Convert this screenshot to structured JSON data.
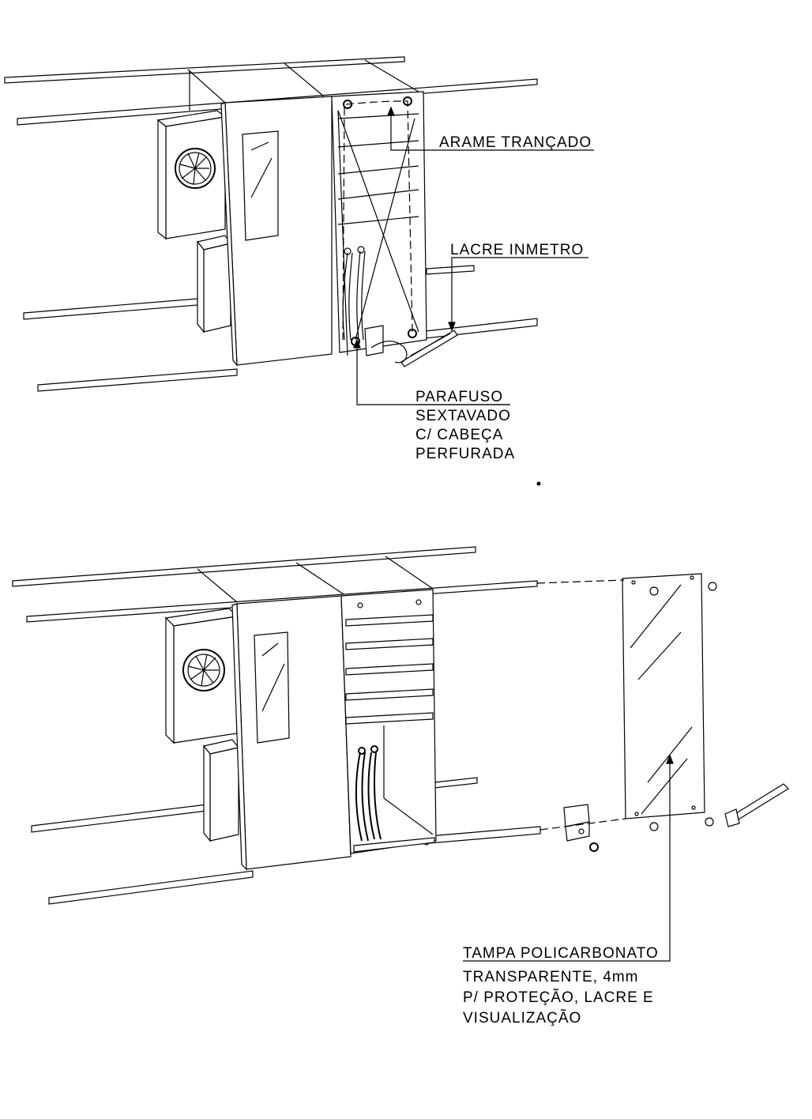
{
  "callouts": {
    "arame": "ARAME TRANÇADO",
    "lacre": "LACRE INMETRO",
    "parafuso": [
      "PARAFUSO",
      "SEXTAVADO",
      "C/ CABEÇA",
      "PERFURADA"
    ],
    "tampa": [
      "TAMPA POLICARBONATO",
      "TRANSPARENTE, 4mm",
      "P/ PROTEÇÃO, LACRE E",
      "VISUALIZAÇÃO"
    ]
  },
  "views": [
    "assembled-sealed",
    "exploded-cover"
  ],
  "line_color": "#000000",
  "background_color": "#ffffff"
}
